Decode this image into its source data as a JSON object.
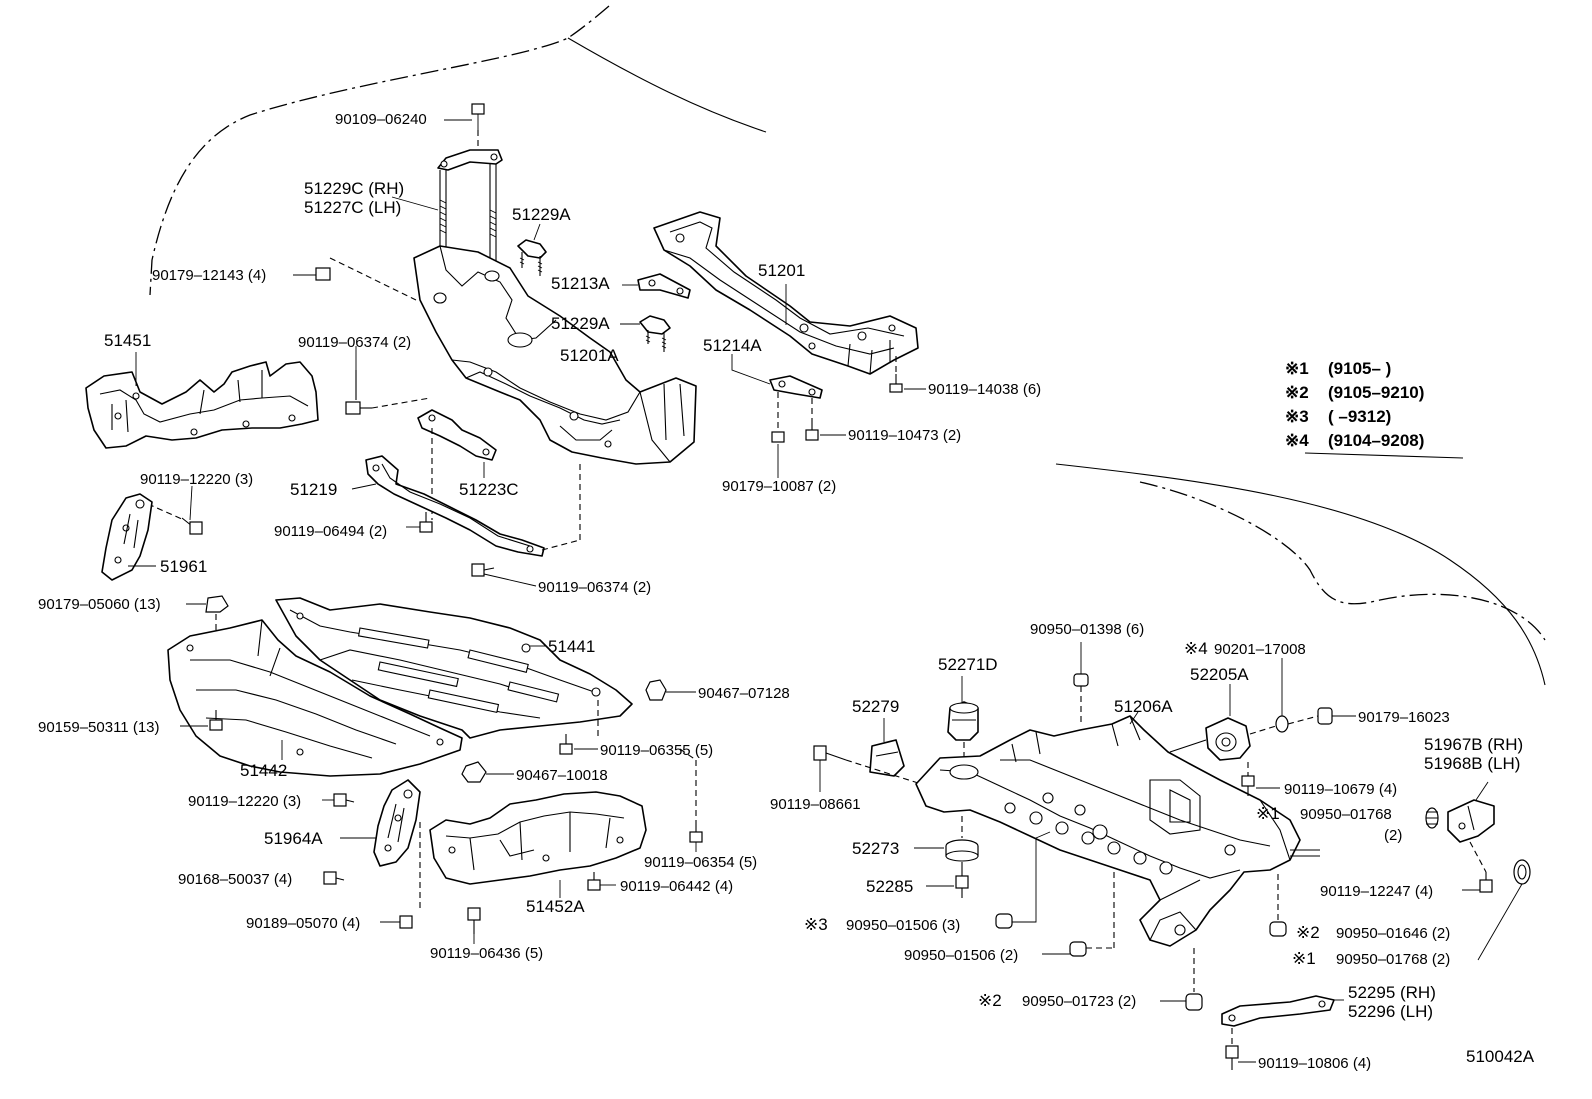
{
  "diagram_code": "510042A",
  "notes": [
    {
      "mark": "※1",
      "range": "(9105–      )"
    },
    {
      "mark": "※2",
      "range": "(9105–9210)"
    },
    {
      "mark": "※3",
      "range": "(         –9312)"
    },
    {
      "mark": "※4",
      "range": "(9104–9208)"
    }
  ],
  "labels": {
    "p_90109_06240": "90109–06240",
    "p_51229C_RH": "51229C (RH)",
    "p_51227C_LH": "51227C (LH)",
    "p_51229A_top": "51229A",
    "p_90179_12143": "90179–12143 (4)",
    "p_51201": "51201",
    "p_51213A": "51213A",
    "p_51229A_mid": "51229A",
    "p_51451": "51451",
    "p_90119_06374_a": "90119–06374 (2)",
    "p_51201A": "51201A",
    "p_51214A": "51214A",
    "p_90119_14038": "90119–14038 (6)",
    "p_90119_10473": "90119–10473 (2)",
    "p_90179_10087": "90179–10087 (2)",
    "p_90119_12220_a": "90119–12220 (3)",
    "p_51219": "51219",
    "p_51223C": "51223C",
    "p_90119_06494": "90119–06494 (2)",
    "p_51961": "51961",
    "p_90119_06374_b": "90119–06374 (2)",
    "p_90179_05060": "90179–05060 (13)",
    "p_51441": "51441",
    "p_90467_07128": "90467–07128",
    "p_90159_50311": "90159–50311 (13)",
    "p_51442": "51442",
    "p_90119_06355": "90119–06355 (5)",
    "p_90467_10018": "90467–10018",
    "p_90119_12220_b": "90119–12220 (3)",
    "p_51964A": "51964A",
    "p_90119_06354": "90119–06354 (5)",
    "p_90168_50037": "90168–50037 (4)",
    "p_90119_06442": "90119–06442 (4)",
    "p_51452A": "51452A",
    "p_90189_05070": "90189–05070 (4)",
    "p_90119_06436": "90119–06436 (5)",
    "p_90950_01398": "90950–01398 (6)",
    "p_90201_17008": "90201–17008",
    "p_52271D": "52271D",
    "p_52205A": "52205A",
    "p_52279": "52279",
    "p_51206A": "51206A",
    "p_90179_16023": "90179–16023",
    "p_51967B_RH": "51967B (RH)",
    "p_51968B_LH": "51968B (LH)",
    "p_90119_10679": "90119–10679 (4)",
    "p_90119_08661": "90119–08661",
    "p_90950_01768_a": "90950–01768",
    "p_qty_2": "(2)",
    "p_52273": "52273",
    "p_52285": "52285",
    "p_90119_12247": "90119–12247 (4)",
    "p_90950_01506_3": "90950–01506 (3)",
    "p_90950_01646": "90950–01646 (2)",
    "p_90950_01506_2": "90950–01506 (2)",
    "p_90950_01768_b": "90950–01768 (2)",
    "p_52295_RH": "52295 (RH)",
    "p_52296_LH": "52296 (LH)",
    "p_90950_01723": "90950–01723 (2)",
    "p_90119_10806": "90119–10806 (4)"
  },
  "marks": {
    "m4_top": "※4",
    "m1_a": "※1",
    "m3": "※3",
    "m2_a": "※2",
    "m1_b": "※1",
    "m2_b": "※2"
  }
}
